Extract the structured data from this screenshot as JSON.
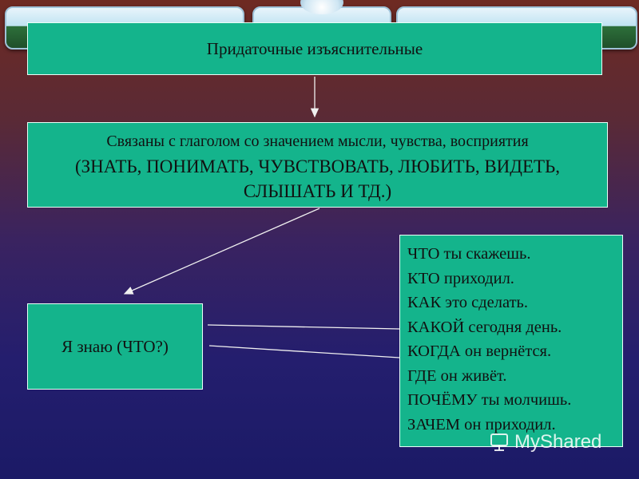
{
  "title": "Придаточные изъяснительные",
  "description": {
    "line1": "Связаны с глаголом со значением мысли, чувства, восприятия",
    "line2": "(ЗНАТЬ, ПОНИМАТЬ, ЧУВСТВОВАТЬ, ЛЮБИТЬ, ВИДЕТЬ,",
    "line3": "СЛЫШАТЬ И ТД.)"
  },
  "question": "Я знаю (ЧТО?)",
  "examples": [
    "ЧТО ты скажешь.",
    "КТО приходил.",
    "КАК это сделать.",
    "КАКОЙ сегодня день.",
    "КОГДА  он вернётся.",
    "ГДЕ он живёт.",
    "ПОЧЁМУ ты молчишь.",
    "ЗАЧЕМ он приходил."
  ],
  "watermark": "MyShared",
  "colors": {
    "box_fill": "#14b48c",
    "box_border": "#e8fff6",
    "connector": "#f0f0f0"
  }
}
